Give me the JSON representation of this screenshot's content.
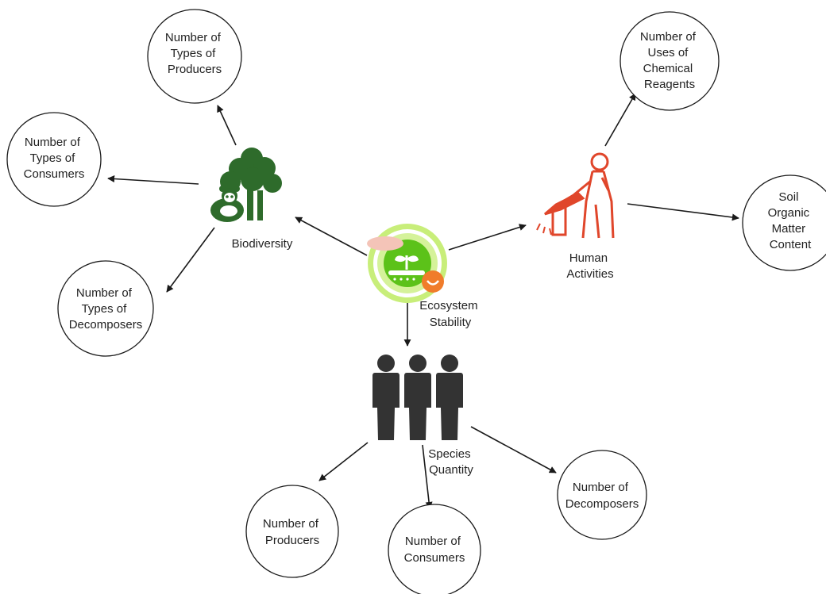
{
  "hubs": {
    "center": {
      "lines": [
        "Ecosystem",
        "Stability"
      ],
      "icon": "ecosystem-stability-icon",
      "colors": {
        "ring": "#c8ee7a",
        "core": "#5cc219",
        "leaf": "#3fa52a",
        "smile": "#f07c2b"
      }
    },
    "biodiversity": {
      "lines": [
        "Biodiversity"
      ],
      "icon": "tree-panda-icon",
      "color": "#2e6b2b"
    },
    "human": {
      "lines": [
        "Human",
        "Activities"
      ],
      "icon": "person-sprayer-icon",
      "color": "#e0462b"
    },
    "species": {
      "lines": [
        "Species",
        "Quantity"
      ],
      "icon": "people-group-icon",
      "color": "#333333"
    }
  },
  "nodes": {
    "producer_types": {
      "lines": [
        "Number of",
        "Types of",
        "Producers"
      ]
    },
    "consumer_types": {
      "lines": [
        "Number of",
        "Types of",
        "Consumers"
      ]
    },
    "decomposer_types": {
      "lines": [
        "Number of",
        "Types of",
        "Decomposers"
      ]
    },
    "chemical_reagents": {
      "lines": [
        "Number of",
        "Uses of",
        "Chemical",
        "Reagents"
      ]
    },
    "soil_organic": {
      "lines": [
        "Soil",
        "Organic",
        "Matter",
        "Content"
      ]
    },
    "producers": {
      "lines": [
        "Number of",
        "Producers"
      ]
    },
    "consumers": {
      "lines": [
        "Number of",
        "Consumers"
      ]
    },
    "decomposers": {
      "lines": [
        "Number of",
        "Decomposers"
      ]
    }
  },
  "edges": [
    {
      "from": "center",
      "to": "biodiversity"
    },
    {
      "from": "center",
      "to": "human"
    },
    {
      "from": "center",
      "to": "species"
    },
    {
      "from": "biodiversity",
      "to": "producer_types"
    },
    {
      "from": "biodiversity",
      "to": "consumer_types"
    },
    {
      "from": "biodiversity",
      "to": "decomposer_types"
    },
    {
      "from": "human",
      "to": "chemical_reagents"
    },
    {
      "from": "human",
      "to": "soil_organic"
    },
    {
      "from": "species",
      "to": "producers"
    },
    {
      "from": "species",
      "to": "consumers"
    },
    {
      "from": "species",
      "to": "decomposers"
    }
  ]
}
